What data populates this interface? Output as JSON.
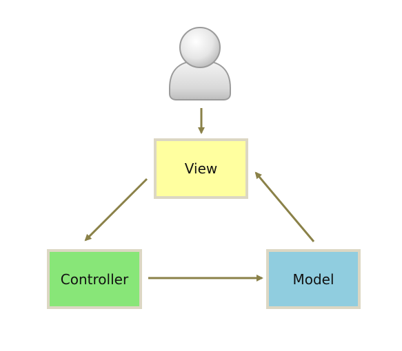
{
  "diagram": {
    "user_icon": "user-icon",
    "nodes": {
      "view": {
        "label": "View",
        "fill": "#ffff9f"
      },
      "controller": {
        "label": "Controller",
        "fill": "#88e678"
      },
      "model": {
        "label": "Model",
        "fill": "#90cddf"
      }
    },
    "border_color": "#dcd7c3",
    "arrow_color": "#8a8148"
  }
}
